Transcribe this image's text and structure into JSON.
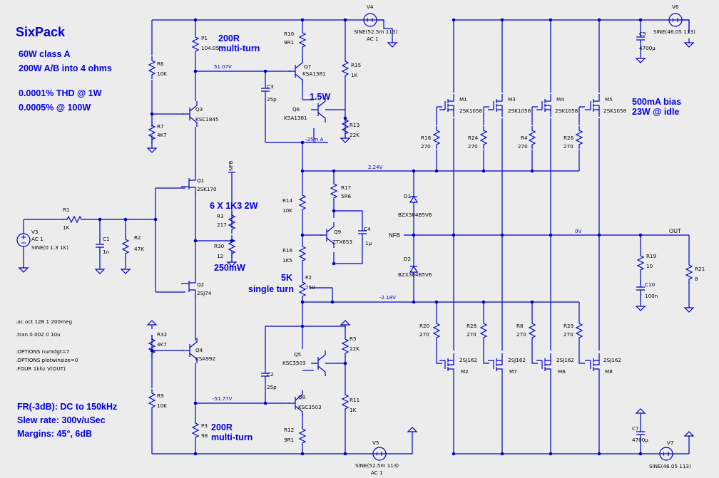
{
  "title": "SixPack",
  "specs": [
    "60W class A",
    "200W A/B into 4 ohms",
    "0.0001% THD @ 1W",
    "0.0005% @ 100W"
  ],
  "performance": [
    "FR(-3dB): DC to 150kHz",
    "Slew rate: 300v/uSec",
    "Margins: 45°, 6dB"
  ],
  "spice": [
    ";ac oct 128 1 200meg",
    ".tran 0.002 0 10u",
    ".OPTIONS numdgt=7",
    ".OPTIONS plotwinsize=0",
    ".FOUR 1khz V(OUT)"
  ],
  "notes": {
    "p1": [
      "200R",
      "multi-turn"
    ],
    "p3": [
      "200R",
      "multi-turn"
    ],
    "r3": "6 X 1K3 2W",
    "r30": "250mW",
    "p2": [
      "5K",
      "single turn"
    ],
    "q6": "1.5W",
    "bias": [
      "500mA bias",
      "23W @ idle"
    ]
  },
  "nets": {
    "n1": "51.07V",
    "n2": "-25m A",
    "n3": "2.24V",
    "n4": "-2.18V",
    "n5": "-51.77V",
    "nfb": "NFB",
    "zero": "0V",
    "out": "OUT",
    "nfb_v": "NFB"
  },
  "sources": {
    "v4": {
      "name": "V4",
      "value": "SINE(52.5m 113)",
      "ac": "AC 1"
    },
    "v5": {
      "name": "V5",
      "value": "SINE(52.5m 113)",
      "ac": "AC 1"
    },
    "v6": {
      "name": "V6",
      "value": "SINE(46.05 113)"
    },
    "v7": {
      "name": "V7",
      "value": "SINE(46.05 113)"
    },
    "v3": {
      "name": "V3",
      "ac": "AC 1",
      "value": "SINE(0 1.3 1K)"
    }
  },
  "resistors": {
    "r1": [
      "R1",
      "1K"
    ],
    "r2": [
      "R2",
      "47K"
    ],
    "r6": [
      "R6",
      "10K"
    ],
    "r7": [
      "R7",
      "4K7"
    ],
    "p1": [
      "P1",
      "104.05"
    ],
    "r10": [
      "R10",
      "9R1"
    ],
    "r15": [
      "R15",
      "1K"
    ],
    "r13": [
      "R13",
      "22K"
    ],
    "r3": [
      "R3",
      "217"
    ],
    "r30": [
      "R30",
      "12"
    ],
    "r14": [
      "R14",
      "10K"
    ],
    "r17": [
      "R17",
      "5R6"
    ],
    "r16": [
      "R16",
      "1K5"
    ],
    "p2": [
      "P2",
      "750"
    ],
    "r32": [
      "R32",
      "4K7"
    ],
    "r9": [
      "R9",
      "10K"
    ],
    "p3": [
      "P3",
      "98"
    ],
    "r12": [
      "R12",
      "9R1"
    ],
    "r5": [
      "R5",
      "22K"
    ],
    "r11": [
      "R11",
      "1K"
    ],
    "r18": [
      "R18",
      "270"
    ],
    "r24": [
      "R24",
      "270"
    ],
    "r4": [
      "R4",
      "270"
    ],
    "r26": [
      "R26",
      "270"
    ],
    "r20": [
      "R20",
      "270"
    ],
    "r28": [
      "R28",
      "270"
    ],
    "r8": [
      "R8",
      "270"
    ],
    "r29": [
      "R29",
      "270"
    ],
    "r19": [
      "R19",
      "10"
    ],
    "r21": [
      "R21",
      "8"
    ]
  },
  "caps": {
    "c1": [
      "C1",
      "1n"
    ],
    "c3": [
      "C3",
      "25p"
    ],
    "c4": [
      "C4",
      "1µ"
    ],
    "c2": [
      "C2",
      "25p"
    ],
    "c5": [
      "C5",
      "4700µ"
    ],
    "c7": [
      "C7",
      "4700µ"
    ],
    "c10": [
      "C10",
      "100n"
    ]
  },
  "transistors": {
    "q1": [
      "Q1",
      "2SK170"
    ],
    "q2": [
      "Q2",
      "2SJ74"
    ],
    "q3": [
      "Q3",
      "KSC1845"
    ],
    "q4": [
      "Q4",
      "KSA992"
    ],
    "q7": [
      "Q7",
      "KSA1381"
    ],
    "q6": [
      "Q6",
      "KSA1381"
    ],
    "q9": [
      "Q9",
      "ZTX653"
    ],
    "q5": [
      "Q5",
      "KSC3503"
    ],
    "q8": [
      "Q8",
      "KSC3503"
    ],
    "m1": [
      "M1",
      "2SK1058"
    ],
    "m3": [
      "M3",
      "2SK1058"
    ],
    "m4": [
      "M4",
      "2SK1058"
    ],
    "m5": [
      "M5",
      "2SK1058"
    ],
    "m2": [
      "M2",
      "2SJ162"
    ],
    "m7": [
      "M7",
      "2SJ162"
    ],
    "m6": [
      "M6",
      "2SJ162"
    ],
    "m8": [
      "M8",
      "2SJ162"
    ]
  },
  "diodes": {
    "d1": [
      "D1",
      "BZX384B5V6"
    ],
    "d2": [
      "D2",
      "BZX384B5V6"
    ]
  }
}
